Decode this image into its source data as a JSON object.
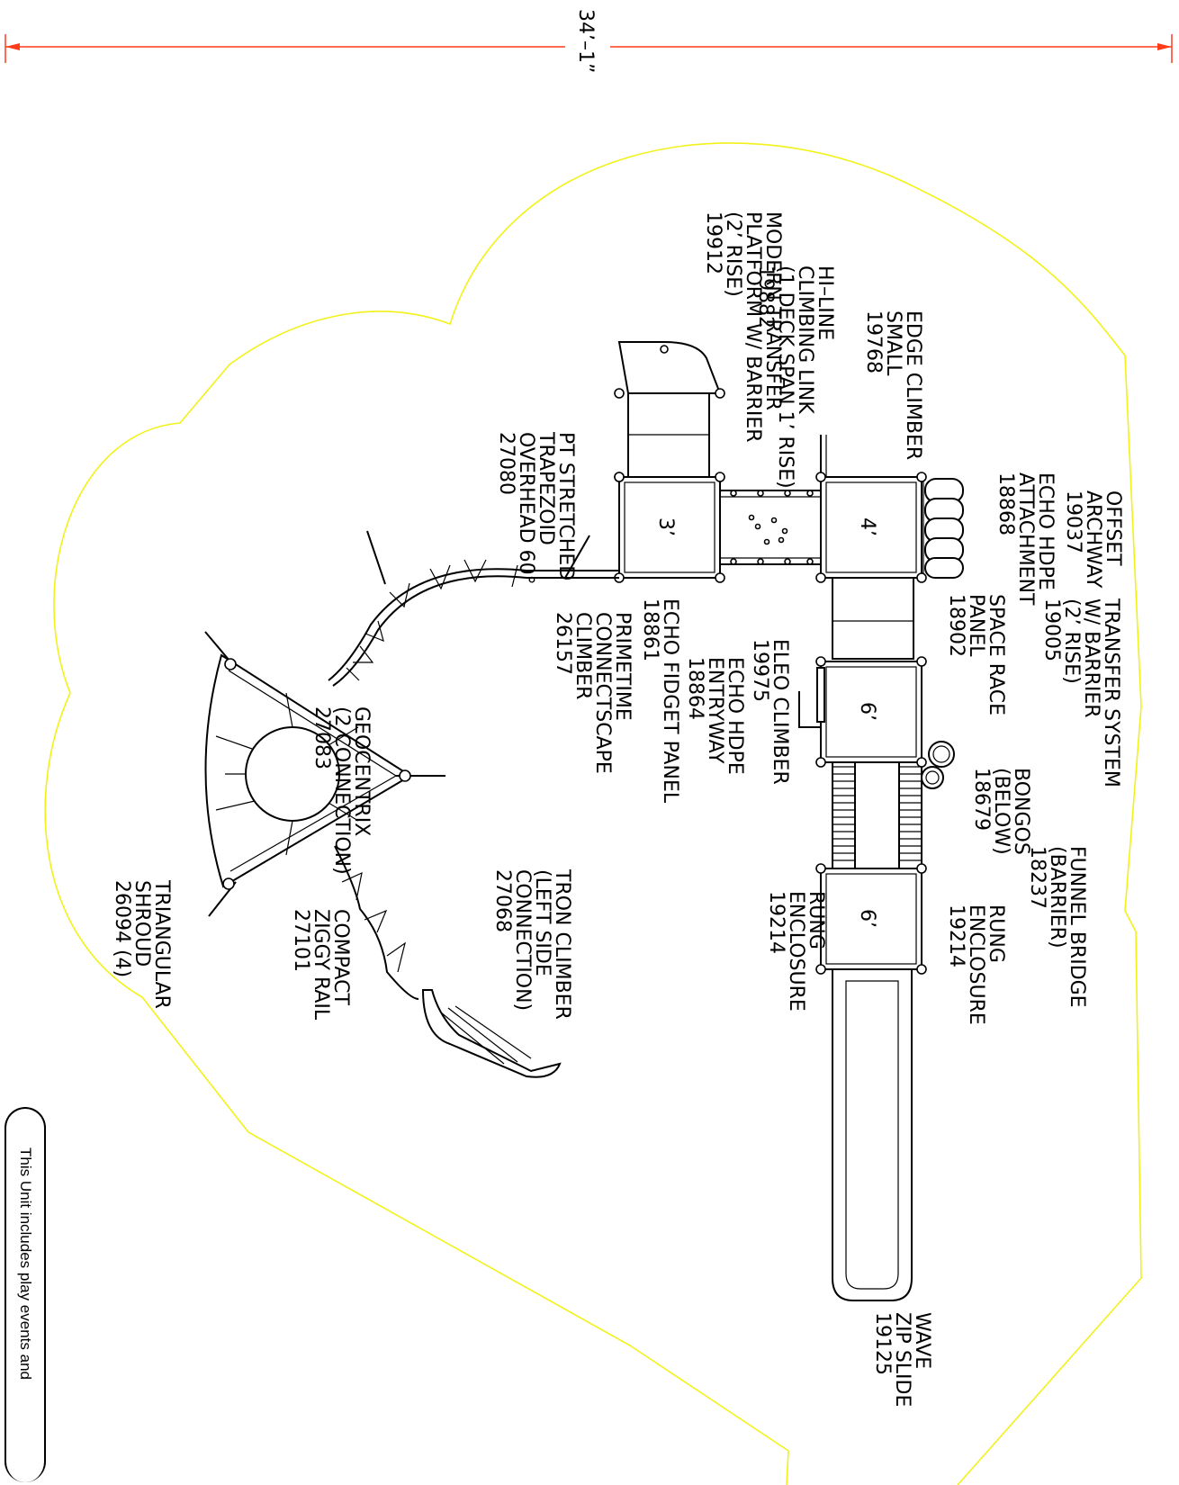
{
  "dimension": {
    "text": "34’–1”",
    "color": "#1a66ff",
    "line_color": "#ff3b1a"
  },
  "boundary_color": "#f2f21a",
  "labels": {
    "offset_archway": [
      "OFFSET",
      "ARCHWAY",
      "19037"
    ],
    "echo_hdpe_attachment": [
      "ECHO HDPE",
      "ATTACHMENT",
      "18868"
    ],
    "edge_climber": [
      "EDGE CLIMBER",
      "SMALL",
      "19768"
    ],
    "hi_line": [
      "HI–LINE",
      "CLIMBING LINK",
      "(1 DECK SPAN 1’ RISE)",
      "19882"
    ],
    "modern_transfer": [
      "MODERN TRANSFER",
      "PLATFORM W/ BARRIER",
      "(2’ RISE)",
      "19912"
    ],
    "pt_stretched": [
      "PT STRETCHED",
      "TRAPEZOID",
      "OVERHEAD 60°",
      "27080"
    ],
    "transfer_system": [
      "TRANSFER SYSTEM",
      "W/ BARRIER",
      "(2’ RISE)",
      "19005"
    ],
    "space_race": [
      "SPACE RACE",
      "PANEL",
      "18902"
    ],
    "bongos": [
      "BONGOS",
      "(BELOW)",
      "18679"
    ],
    "eleo_climber": [
      "ELEO CLIMBER",
      "19975"
    ],
    "echo_hdpe_entryway": [
      "ECHO HDPE",
      "ENTRYWAY",
      "18864"
    ],
    "echo_fidget_panel": [
      "ECHO FIDGET PANEL",
      "18861"
    ],
    "primetime": [
      "PRIMETIME",
      "CONNECTSCAPE",
      "CLIMBER",
      "26157"
    ],
    "geocentrix": [
      "GEOCENTRIX",
      "(2 CONNECTION)",
      "27083"
    ],
    "funnel_bridge": [
      "FUNNEL BRIDGE",
      "(BARRIER)",
      "18237"
    ],
    "rung_enclosure_right": [
      "RUNG",
      "ENCLOSURE",
      "19214"
    ],
    "rung_enclosure_left": [
      "RUNG",
      "ENCLOSURE",
      "19214"
    ],
    "tron_climber": [
      "TRON CLIMBER",
      "(LEFT SIDE",
      "CONNECTION)",
      "27068"
    ],
    "compact_ziggy": [
      "COMPACT",
      "ZIGGY RAIL",
      "27101"
    ],
    "triangular_shroud": [
      "TRIANGULAR",
      "SHROUD",
      "26094 (4)"
    ],
    "wave_zip": [
      "WAVE",
      "ZIP SLIDE",
      "19125"
    ]
  },
  "decks": {
    "deck_4": "4’",
    "deck_3": "3’",
    "deck_6a": "6’",
    "deck_6b": "6’"
  },
  "note": "This Unit includes play events and"
}
